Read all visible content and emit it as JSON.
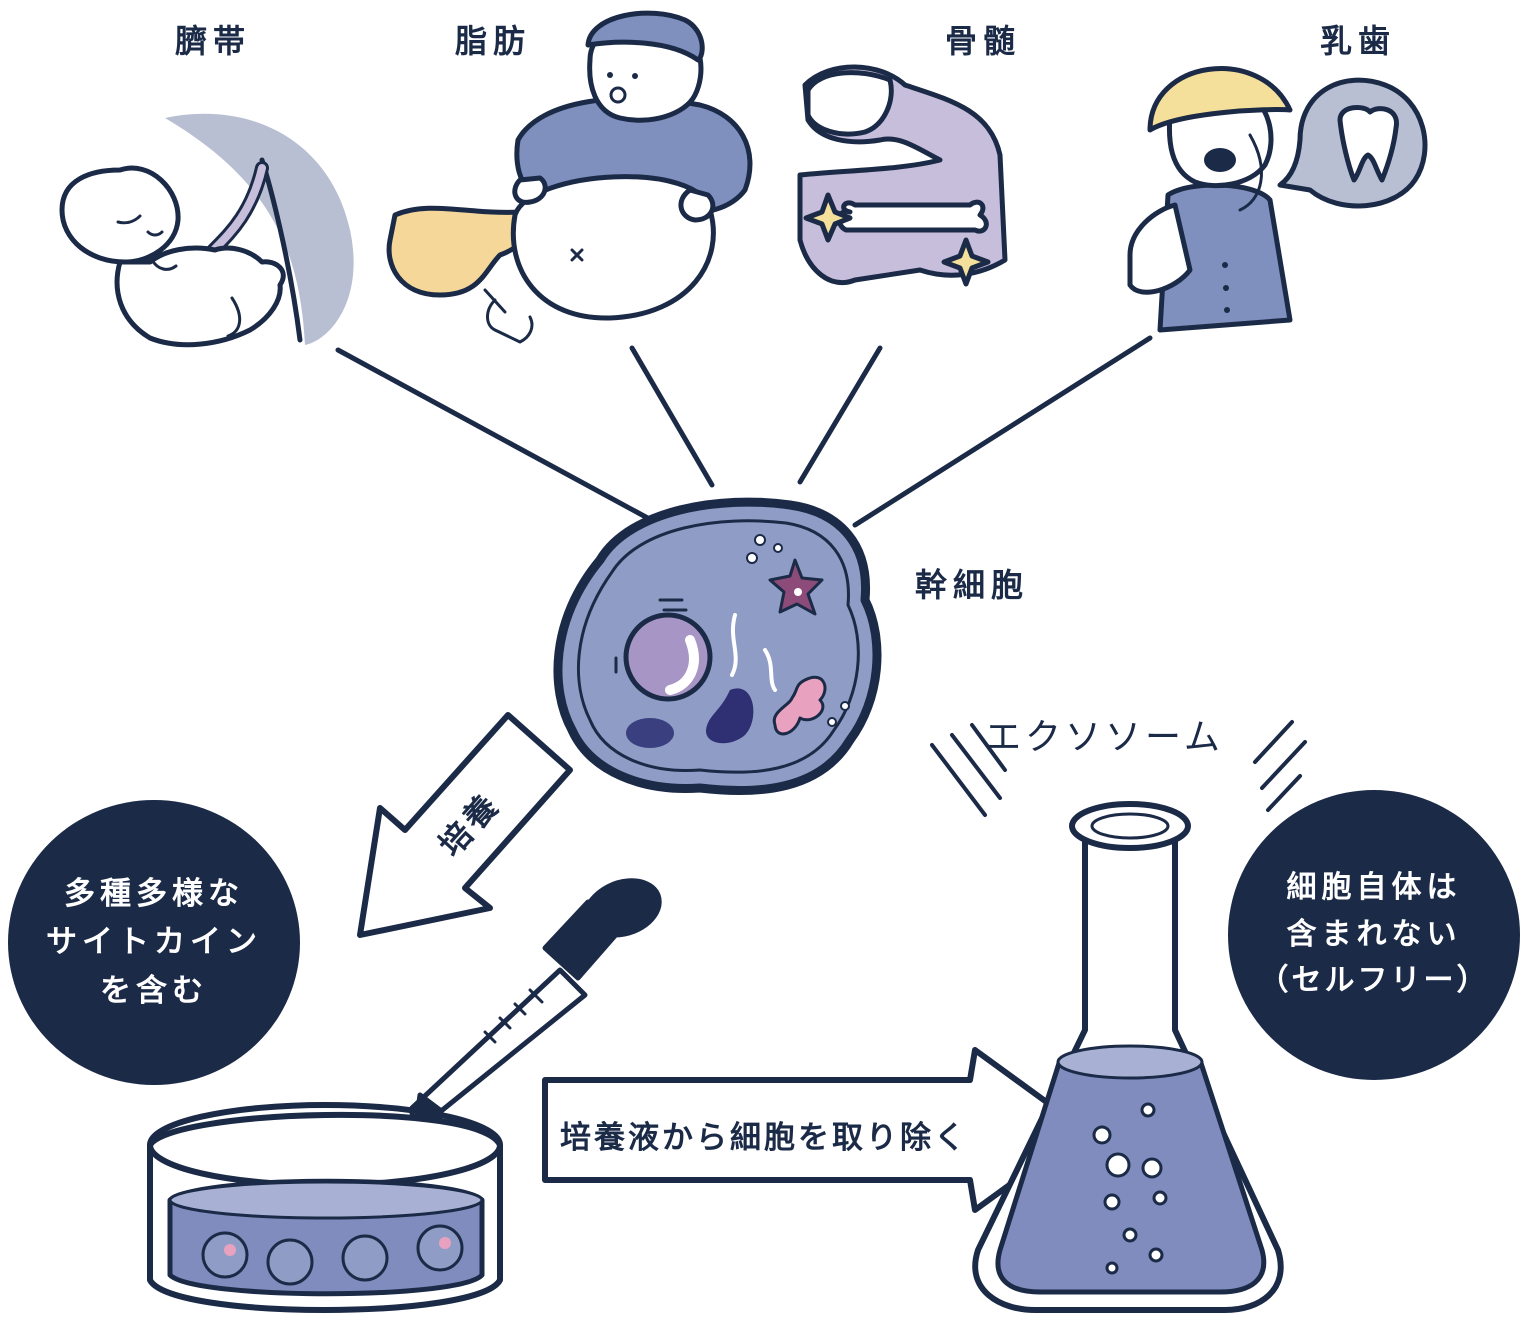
{
  "sources": [
    {
      "label": "臍帯",
      "icon": "umbilical-cord-baby-icon"
    },
    {
      "label": "脂肪",
      "icon": "fat-belly-icon"
    },
    {
      "label": "骨髄",
      "icon": "bone-marrow-arm-icon"
    },
    {
      "label": "乳歯",
      "icon": "baby-tooth-child-icon"
    }
  ],
  "stem_cell": {
    "label": "幹細胞",
    "icon": "stem-cell-icon"
  },
  "culture_arrow": {
    "label": "培養"
  },
  "left_badge": {
    "lines": [
      "多種多様な",
      "サイトカイン",
      "を含む"
    ]
  },
  "exosome": {
    "label": "エクソソーム"
  },
  "right_badge": {
    "lines": [
      "細胞自体は",
      "含まれない",
      "（セルフリー）"
    ]
  },
  "remove_arrow": {
    "label": "培養液から細胞を取り除く"
  },
  "colors": {
    "navy": "#1b2a47",
    "cell_fill": "#8f9dc6",
    "lavender": "#c7bedb",
    "gray_blue": "#b9bfd2",
    "fat_yellow": "#f5d79a",
    "shirt_blue": "#7f8fbe",
    "helmet_yellow": "#f4e09a",
    "liquid": "#7f8cbd",
    "accent_pink": "#e8a2c0",
    "accent_magenta": "#8c4b78"
  }
}
